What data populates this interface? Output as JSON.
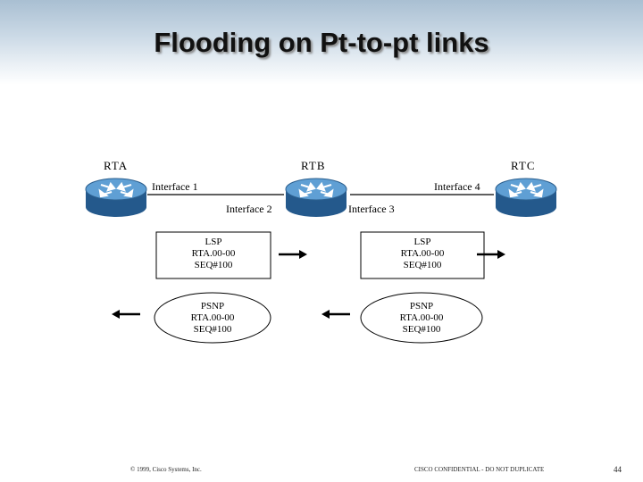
{
  "title": "Flooding on Pt-to-pt links",
  "routers": {
    "a": {
      "name": "RTA"
    },
    "b": {
      "name": "RTB"
    },
    "c": {
      "name": "RTC"
    }
  },
  "interfaces": {
    "if1": "Interface 1",
    "if2": "Interface 2",
    "if3": "Interface 3",
    "if4": "Interface 4"
  },
  "lsp_box_1": {
    "lines": [
      "LSP",
      "RTA.00-00",
      "SEQ#100"
    ]
  },
  "lsp_box_2": {
    "lines": [
      "LSP",
      "RTA.00-00",
      "SEQ#100"
    ]
  },
  "psnp_ellipse_1": {
    "lines": [
      "PSNP",
      "RTA.00-00",
      "SEQ#100"
    ]
  },
  "psnp_ellipse_2": {
    "lines": [
      "PSNP",
      "RTA.00-00",
      "SEQ#100"
    ]
  },
  "arrows": {
    "lsp_direction": "right",
    "psnp_direction": "left"
  },
  "colors": {
    "router_body": "#2f6fa8",
    "router_top": "#5f9fd4",
    "link": "#000000",
    "title_band": "#a9bfd2"
  },
  "footer": {
    "copyright": "© 1999, Cisco Systems, Inc.",
    "confidential": "CISCO CONFIDENTIAL - DO NOT DUPLICATE",
    "page": "44"
  }
}
